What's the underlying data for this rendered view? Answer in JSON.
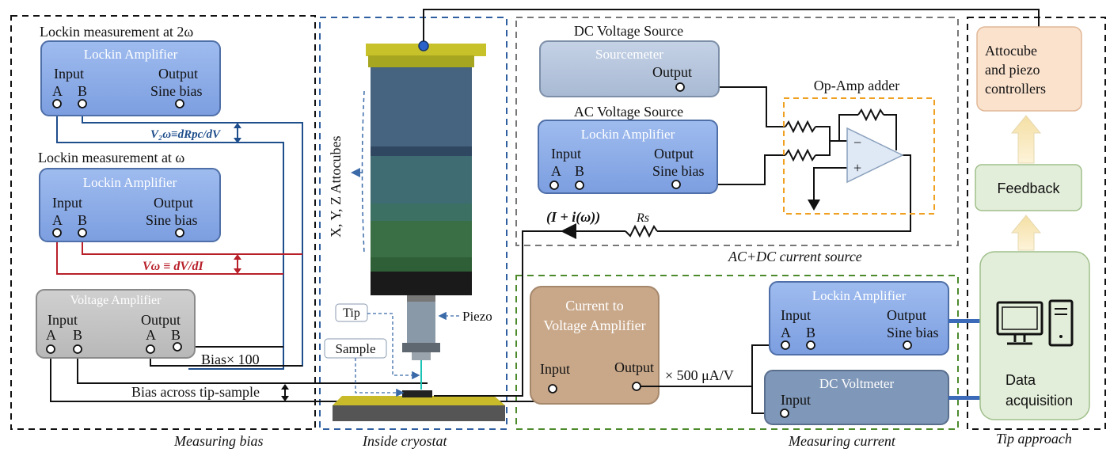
{
  "sections": {
    "measuring_bias": "Measuring bias",
    "inside_cryostat": "Inside cryostat",
    "ac_dc_source": "AC+DC current source",
    "measuring_current": "Measuring current",
    "tip_approach": "Tip approach"
  },
  "lockin_2w": {
    "heading": "Lockin measurement at 2ω",
    "title": "Lockin Amplifier",
    "input": "Input",
    "output": "Output",
    "a": "A",
    "b": "B",
    "sine_bias": "Sine bias"
  },
  "lockin_w": {
    "heading": "Lockin measurement at ω",
    "title": "Lockin Amplifier",
    "input": "Input",
    "output": "Output",
    "a": "A",
    "b": "B",
    "sine_bias": "Sine bias"
  },
  "voltage_amp": {
    "title": "Voltage Amplifier",
    "input": "Input",
    "output": "Output",
    "a": "A",
    "b": "B",
    "a2": "A",
    "b2": "B"
  },
  "labels": {
    "v2w": "V₂ω≡dRpc/dV",
    "vw": "Vω ≡ dV/dI",
    "bias_x100": "Bias× 100",
    "bias_tip_sample": "Bias across tip-sample",
    "attocubes": "X, Y, Z Attocubes",
    "tip": "Tip",
    "sample": "Sample",
    "piezo": "Piezo",
    "current": "(I + i(ω))",
    "rs": "Rs",
    "gain": "× 500 μA/V",
    "opamp_title": "Op-Amp adder",
    "minus": "−",
    "plus": "+"
  },
  "dc_source": {
    "heading": "DC Voltage Source",
    "title": "Sourcemeter",
    "output": "Output"
  },
  "ac_source": {
    "heading": "AC Voltage Source",
    "title": "Lockin Amplifier",
    "input": "Input",
    "output": "Output",
    "a": "A",
    "b": "B",
    "sine_bias": "Sine bias"
  },
  "iv_amp": {
    "title1": "Current to",
    "title2": "Voltage Amplifier",
    "input": "Input",
    "output": "Output"
  },
  "lockin_current": {
    "title": "Lockin Amplifier",
    "input": "Input",
    "output": "Output",
    "a": "A",
    "b": "B",
    "sine_bias": "Sine bias"
  },
  "dc_voltmeter": {
    "title": "DC Voltmeter",
    "input": "Input"
  },
  "tip_approach": {
    "controllers1": "Attocube",
    "controllers2": "and piezo",
    "controllers3": "controllers",
    "feedback": "Feedback",
    "data1": "Data",
    "data2": "acquisition"
  },
  "colors": {
    "lockin_fill": "#8eaee6",
    "sourcemeter_fill": "#b4c4dc",
    "voltage_amp_fill": "#c4c4c4",
    "iv_amp_fill": "#c9a88a",
    "voltmeter_fill": "#7f97b8",
    "controllers_fill": "#fbe2cd",
    "feedback_fill": "#e3eeda",
    "blue_wire": "#1f4e8c",
    "red_wire": "#b8202a"
  }
}
